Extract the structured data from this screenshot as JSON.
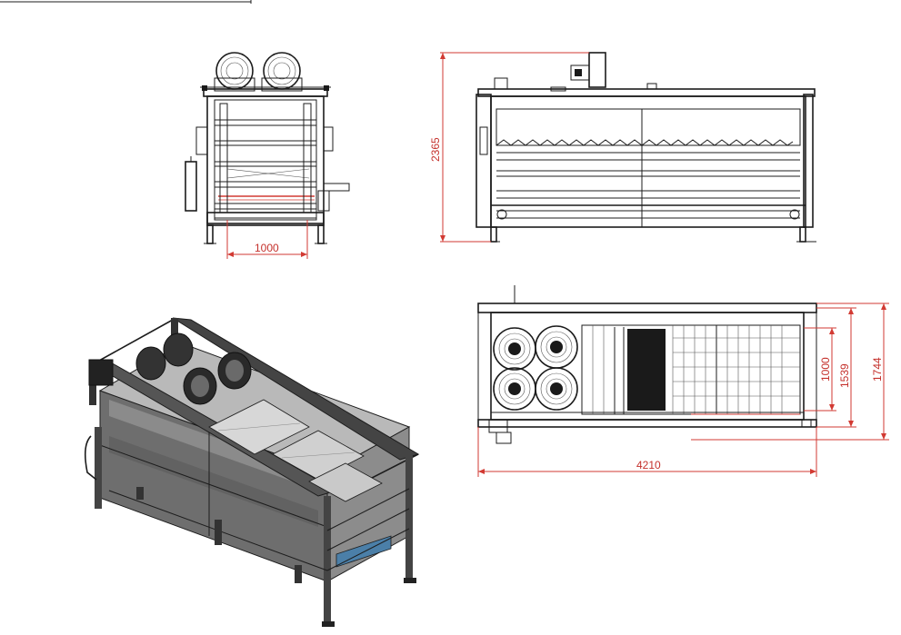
{
  "views": {
    "front": {
      "dimension_width": "1000"
    },
    "side": {
      "dimension_height": "2365"
    },
    "top": {
      "dimension_length": "4210",
      "dimension_inner": "1000",
      "dimension_middle": "1539",
      "dimension_outer": "1744"
    }
  },
  "colors": {
    "dimension": "#c4302b",
    "line": "#1c1c1c"
  }
}
